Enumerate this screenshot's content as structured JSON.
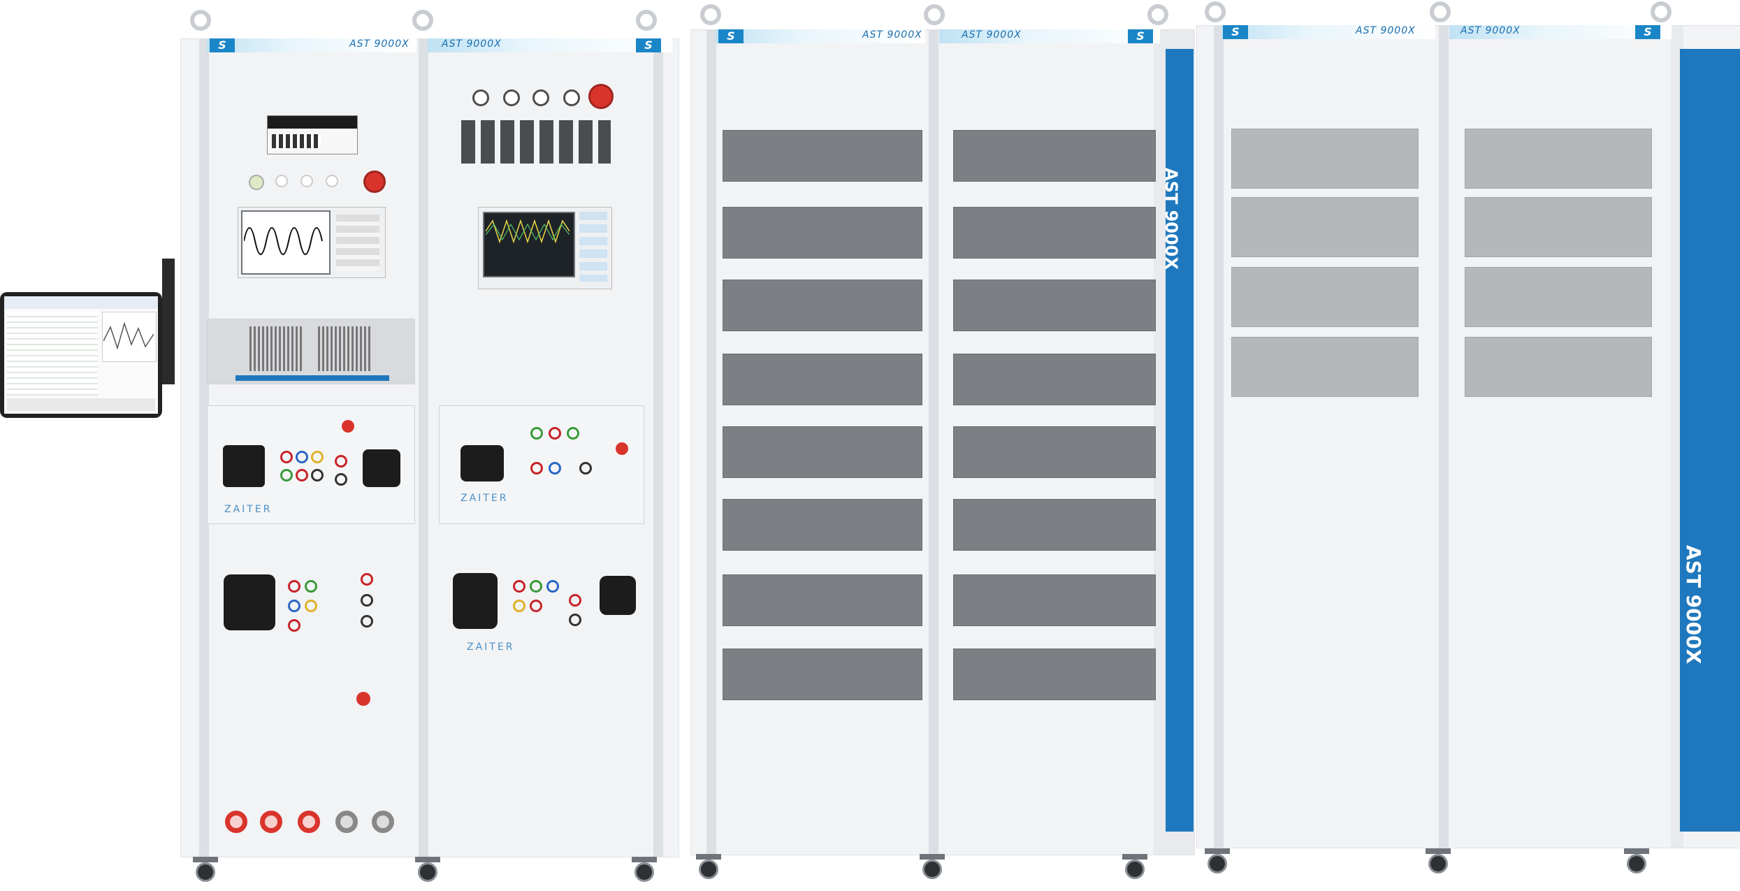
{
  "model_label": "AST 9000X",
  "side_label": "AST 9000X",
  "brand_label": "ZAITER",
  "logo_glyph": "S",
  "colors": {
    "brand_blue": "#1f78bd",
    "accent_red": "#d9342b",
    "cabinet": "#f2f3f5",
    "vent_dark": "#7c7f83",
    "vent_light": "#b5b7ba"
  }
}
